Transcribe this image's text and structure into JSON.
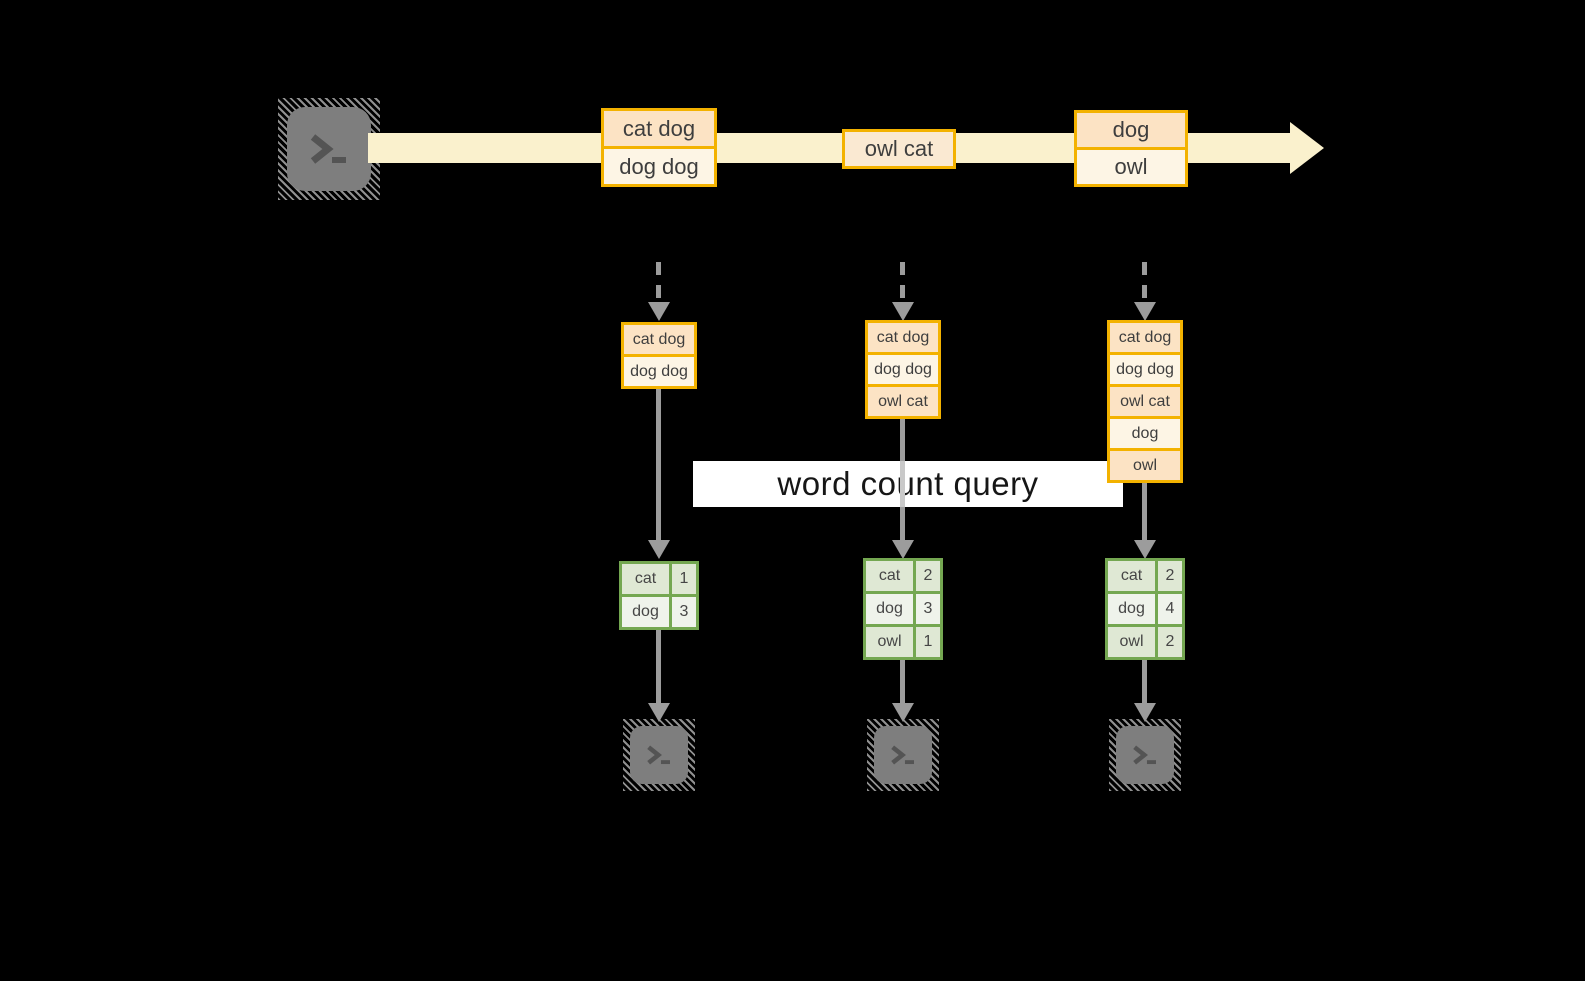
{
  "query_banner": {
    "label": "word count query"
  },
  "stream": {
    "record_groups": [
      {
        "lines": [
          "cat dog",
          "dog dog"
        ]
      },
      {
        "lines": [
          "owl cat"
        ]
      },
      {
        "lines": [
          "dog",
          "owl"
        ]
      }
    ]
  },
  "pipelines": [
    {
      "buffer": [
        "cat dog",
        "dog dog"
      ],
      "result": {
        "rows": [
          {
            "word": "cat",
            "count": "1"
          },
          {
            "word": "dog",
            "count": "3"
          }
        ]
      }
    },
    {
      "buffer": [
        "cat dog",
        "dog dog",
        "owl cat"
      ],
      "result": {
        "rows": [
          {
            "word": "cat",
            "count": "2"
          },
          {
            "word": "dog",
            "count": "3"
          },
          {
            "word": "owl",
            "count": "1"
          }
        ]
      }
    },
    {
      "buffer": [
        "cat dog",
        "dog dog",
        "owl cat",
        "dog",
        "owl"
      ],
      "result": {
        "rows": [
          {
            "word": "cat",
            "count": "2"
          },
          {
            "word": "dog",
            "count": "4"
          },
          {
            "word": "owl",
            "count": "2"
          }
        ]
      }
    }
  ],
  "icons": {
    "terminal_prompt": ">_"
  },
  "colors": {
    "background": "#000000",
    "stream_band": "#FAF1CD",
    "accent_orange": "#F3B200",
    "cell_peach_dark": "#FCE3C4",
    "cell_peach_light": "#FDF5E5",
    "accent_green": "#74A751",
    "cell_green_dark": "#DFE8D4",
    "cell_green_light": "#EFF3EB",
    "arrow_gray": "#9C9C9C",
    "terminal_gray": "#7E7E7E",
    "banner_background": "#FFFFFF"
  }
}
